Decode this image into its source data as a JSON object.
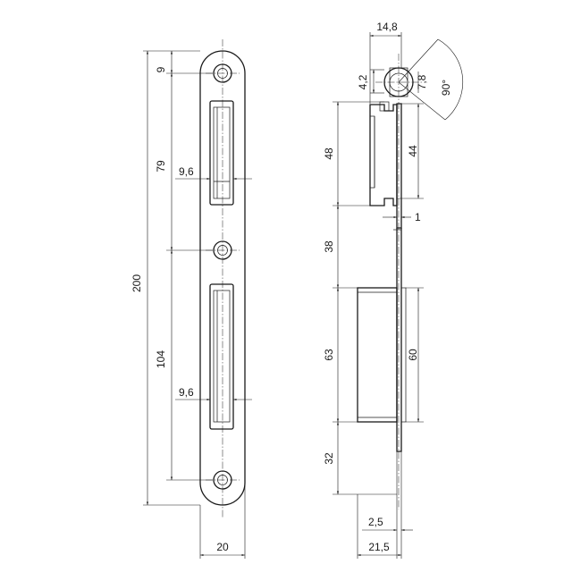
{
  "front_view": {
    "dim_top_hole": "9",
    "dim_hole_spacing": "79",
    "dim_upper_slot_width": "9,6",
    "dim_total_height": "200",
    "dim_lower_spacing": "104",
    "dim_lower_slot_width": "9,6",
    "dim_plate_width": "20"
  },
  "side_view": {
    "dim_top_depth": "14,8",
    "dim_latch_offset": "4,2",
    "dim_latch_radius": "7,8",
    "dim_angle": "90°",
    "dim_upper_height": "48",
    "dim_upper_inner": "44",
    "dim_plate_thickness": "1",
    "dim_gap": "38",
    "dim_box_height": "63",
    "dim_box_inner": "60",
    "dim_bottom": "32",
    "dim_lip": "2,5",
    "dim_total_depth": "21,5"
  }
}
